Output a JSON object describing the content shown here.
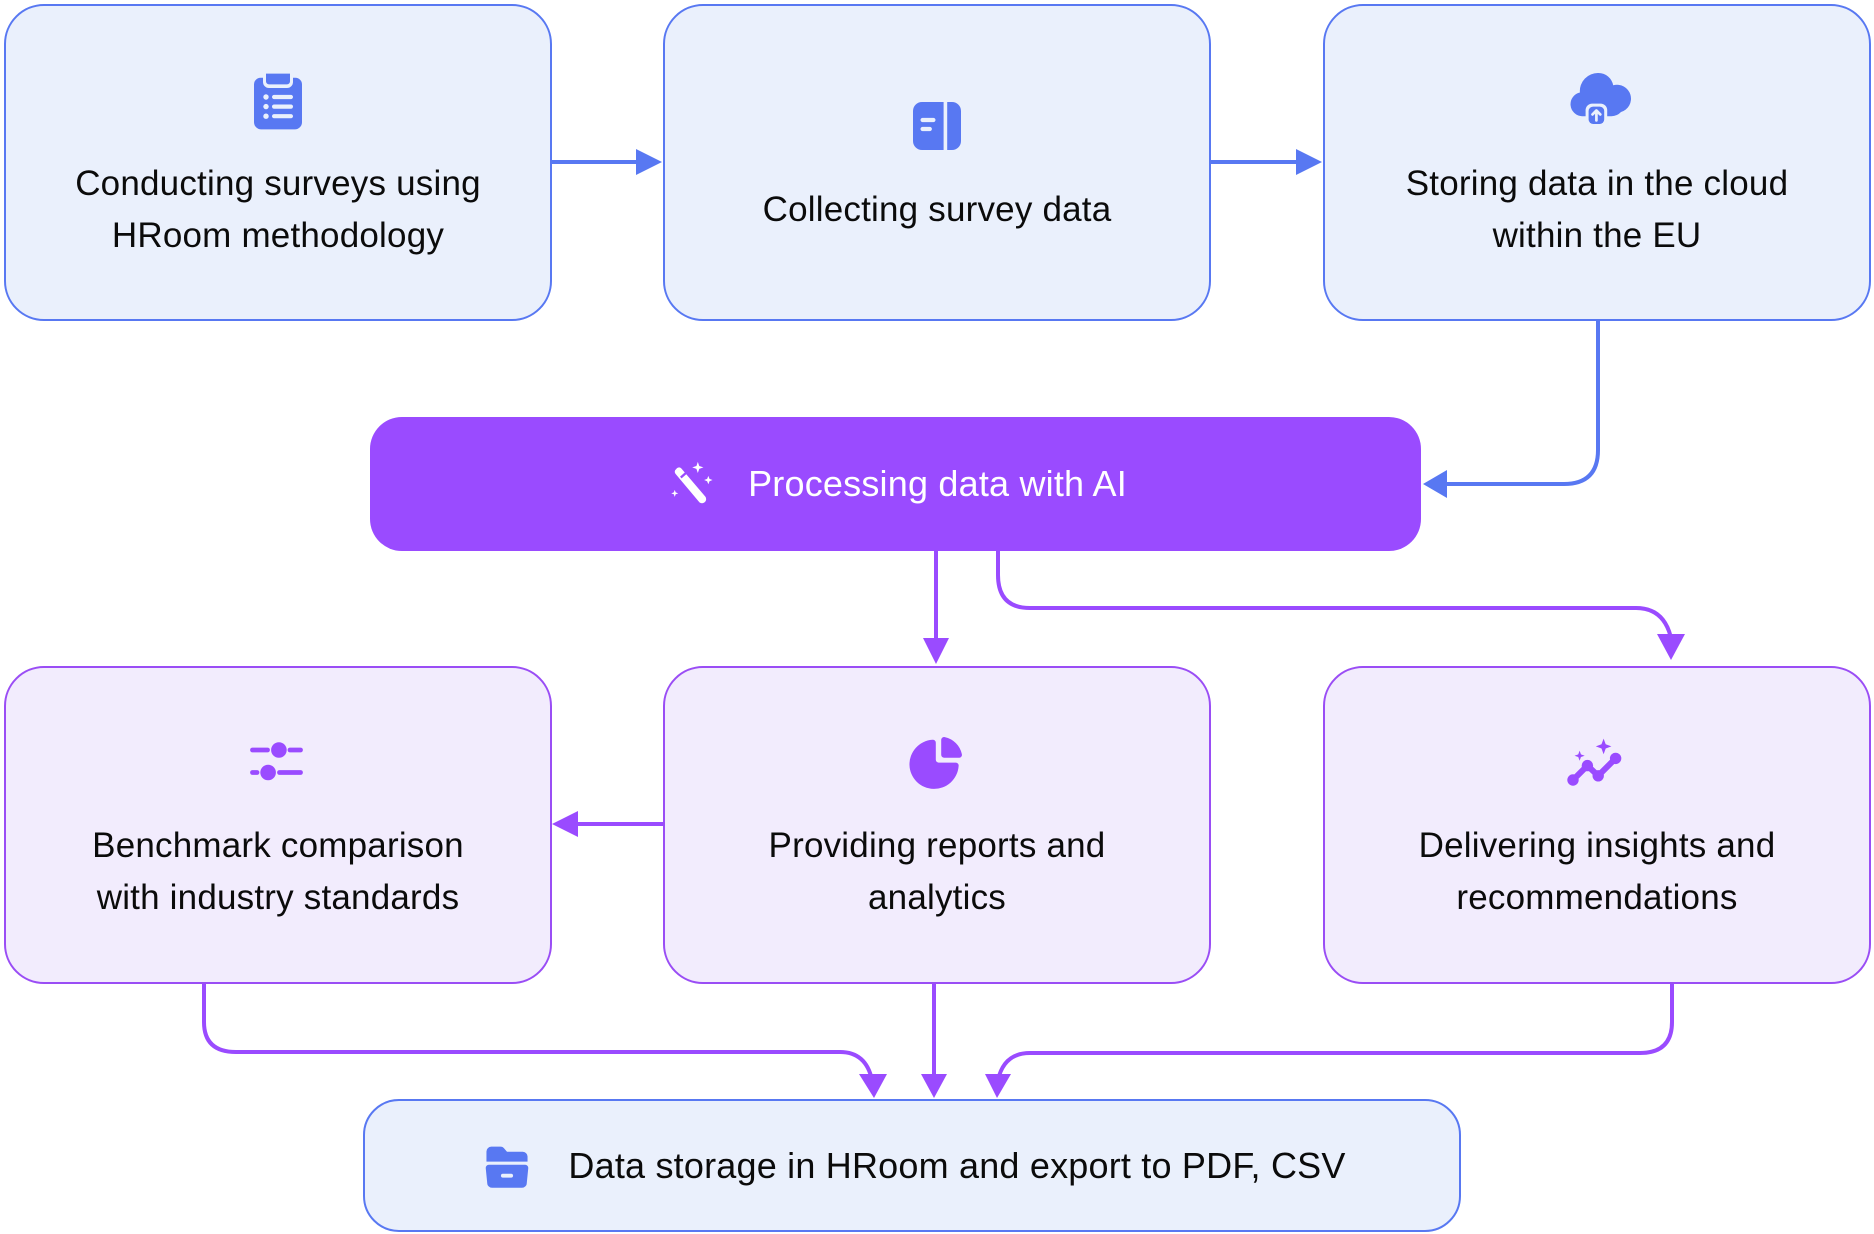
{
  "colors": {
    "blue": "#5878f2",
    "blue_fill": "#eaf0fc",
    "purple": "#9a4bff",
    "purple_fill": "#f2ecfd",
    "text": "#0b0b0b"
  },
  "steps": {
    "conduct": {
      "label_line1": "Conducting surveys using",
      "label_line2": "HRoom methodology",
      "icon": "clipboard-list-icon"
    },
    "collect": {
      "label": "Collecting survey data",
      "icon": "survey-form-icon"
    },
    "store": {
      "label_line1": "Storing data in the cloud",
      "label_line2": "within the EU",
      "icon": "cloud-upload-icon"
    },
    "process": {
      "label": "Processing data with AI",
      "icon": "magic-wand-icon"
    },
    "benchmark": {
      "label_line1": "Benchmark comparison",
      "label_line2": "with industry standards",
      "icon": "sliders-icon"
    },
    "reports": {
      "label_line1": "Providing reports and",
      "label_line2": "analytics",
      "icon": "pie-chart-icon"
    },
    "insights": {
      "label_line1": "Delivering insights and",
      "label_line2": "recommendations",
      "icon": "sparkle-trend-icon"
    },
    "export": {
      "label": "Data storage in HRoom and export to PDF, CSV",
      "icon": "folder-icon"
    }
  },
  "flow": [
    [
      "conduct",
      "collect"
    ],
    [
      "collect",
      "store"
    ],
    [
      "store",
      "process"
    ],
    [
      "process",
      "reports"
    ],
    [
      "process",
      "insights"
    ],
    [
      "reports",
      "benchmark"
    ],
    [
      "benchmark",
      "export"
    ],
    [
      "reports",
      "export"
    ],
    [
      "insights",
      "export"
    ]
  ]
}
